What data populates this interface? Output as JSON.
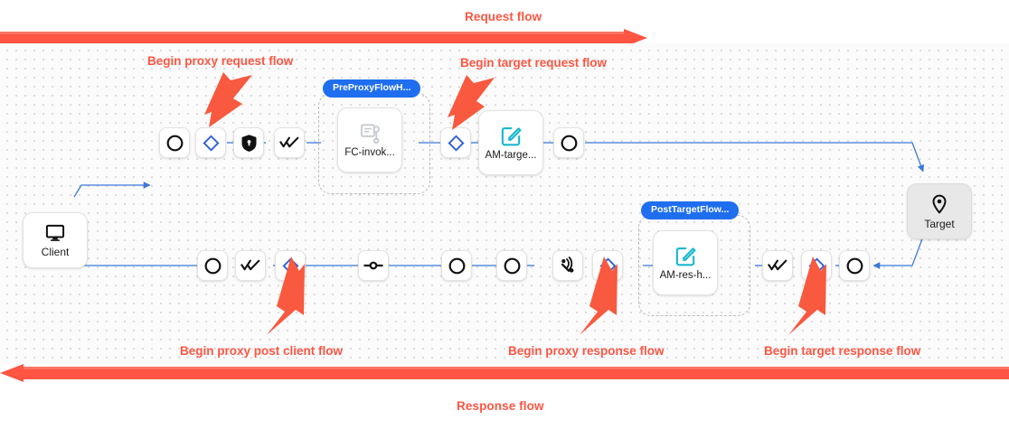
{
  "banners": {
    "request": {
      "label": "Request flow",
      "color": "#ff5542",
      "direction": "right"
    },
    "response": {
      "label": "Response flow",
      "color": "#ff5542",
      "direction": "left"
    }
  },
  "endpoints": {
    "client": {
      "label": "Client",
      "icon": "monitor-icon"
    },
    "target": {
      "label": "Target",
      "icon": "location-pin-icon"
    }
  },
  "groups": [
    {
      "id": "preproxy",
      "pill": "PreProxyFlowH...",
      "color": "#1f6ef0"
    },
    {
      "id": "posttarget",
      "pill": "PostTargetFlow...",
      "color": "#1f6ef0"
    }
  ],
  "policy_nodes": [
    {
      "id": "fc-invoke",
      "label": "FC-invok...",
      "icon": "script-key-icon",
      "icon_color": "#c8ccd2"
    },
    {
      "id": "am-target",
      "label": "AM-targe...",
      "icon": "edit-square-icon",
      "icon_color": "#18b8cf"
    },
    {
      "id": "am-res",
      "label": "AM-res-h...",
      "icon": "edit-square-icon",
      "icon_color": "#18b8cf"
    }
  ],
  "request_row": [
    {
      "id": "req-start",
      "icon": "circle-outline-icon"
    },
    {
      "id": "req-proxy-hook",
      "icon": "diamond-icon"
    },
    {
      "id": "req-security",
      "icon": "shield-lock-icon"
    },
    {
      "id": "req-verify",
      "icon": "double-check-icon"
    },
    {
      "id": "req-target-hook",
      "icon": "diamond-icon"
    },
    {
      "id": "req-end",
      "icon": "circle-outline-icon"
    }
  ],
  "response_row": [
    {
      "id": "res-client-out",
      "icon": "circle-outline-icon"
    },
    {
      "id": "res-verify",
      "icon": "double-check-icon"
    },
    {
      "id": "res-postclient-hook",
      "icon": "diamond-icon"
    },
    {
      "id": "res-hub",
      "icon": "hub-connector-icon"
    },
    {
      "id": "res-circle-a",
      "icon": "circle-outline-icon"
    },
    {
      "id": "res-circle-b",
      "icon": "circle-outline-icon"
    },
    {
      "id": "res-broadcast",
      "icon": "broadcast-icon"
    },
    {
      "id": "res-proxy-hook",
      "icon": "diamond-icon"
    },
    {
      "id": "res-target-verify",
      "icon": "double-check-icon"
    },
    {
      "id": "res-target-hook",
      "icon": "diamond-icon"
    },
    {
      "id": "res-target-in",
      "icon": "circle-outline-icon"
    }
  ],
  "annotations": [
    {
      "id": "anno-proxy-request",
      "text": "Begin proxy request flow"
    },
    {
      "id": "anno-target-request",
      "text": "Begin target request flow"
    },
    {
      "id": "anno-proxy-post-client",
      "text": "Begin proxy post client flow"
    },
    {
      "id": "anno-proxy-response",
      "text": "Begin proxy response flow"
    },
    {
      "id": "anno-target-response",
      "text": "Begin target response flow"
    }
  ],
  "colors": {
    "accent_red": "#ff5542",
    "wire_blue": "#3b78d8",
    "diamond_blue": "#2f5fd6",
    "pill_blue": "#1f6ef0",
    "teal": "#18b8cf"
  }
}
